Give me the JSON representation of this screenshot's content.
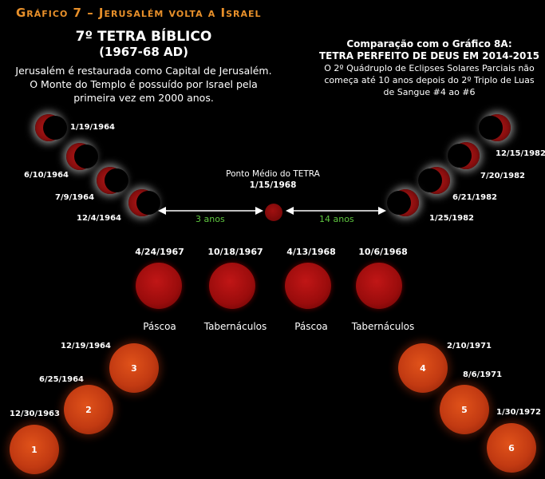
{
  "header": "Gráfico 7 – Jerusalém volta a Israel",
  "title": {
    "line1": "7º TETRA BÍBLICO",
    "line2": "(1967-68 AD)"
  },
  "description": {
    "line1": "Jerusalém é restaurada como Capital de Jerusalém.",
    "line2": "O Monte do Templo é possuído por Israel pela",
    "line3": "primeira vez em 2000 anos."
  },
  "comparison": {
    "line1": "Comparação com o Gráfico 8A:",
    "line2": "TETRA PERFEITO DE DEUS EM 2014-2015",
    "line3": "O 2º Quádruplo de Eclipses Solares Parciais não",
    "line4": "começa até 10 anos depois do 2º Triplo de Luas",
    "line5": "de Sangue #4 ao #6"
  },
  "left_eclipses": [
    "1/19/1964",
    "6/10/1964",
    "7/9/1964",
    "12/4/1964"
  ],
  "right_eclipses": [
    "12/15/1982",
    "7/20/1982",
    "6/21/1982",
    "1/25/1982"
  ],
  "midpoint": {
    "label": "Ponto Médio do TETRA",
    "date": "1/15/1968",
    "left_span": "3 anos",
    "right_span": "14 anos"
  },
  "blood_moons": [
    {
      "date": "4/24/1967",
      "feast": "Páscoa"
    },
    {
      "date": "10/18/1967",
      "feast": "Tabernáculos"
    },
    {
      "date": "4/13/1968",
      "feast": "Páscoa"
    },
    {
      "date": "10/6/1968",
      "feast": "Tabernáculos"
    }
  ],
  "solar_eclipses": [
    {
      "number": "1",
      "date": "12/30/1963"
    },
    {
      "number": "2",
      "date": "6/25/1964"
    },
    {
      "number": "3",
      "date": "12/19/1964"
    },
    {
      "number": "4",
      "date": "2/10/1971"
    },
    {
      "number": "5",
      "date": "8/6/1971"
    },
    {
      "number": "6",
      "date": "1/30/1972"
    }
  ],
  "colors": {
    "header": "#e8902a",
    "blood_moon": "#b01414",
    "solar": "#d04818",
    "span_text": "#5fc640"
  }
}
